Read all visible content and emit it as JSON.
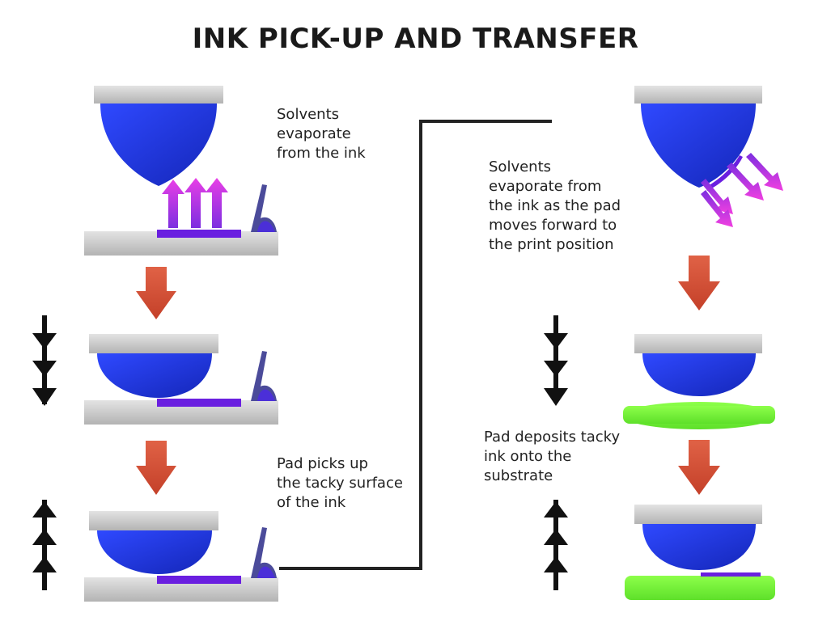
{
  "title": "INK PICK-UP AND TRANSFER",
  "captions": {
    "solvents_evaporate": "Solvents\nevaporate\nfrom the ink",
    "pad_picks_up": "Pad picks up\nthe tacky surface\nof the ink",
    "solvents_moving": "Solvents\nevaporate from\nthe ink as the pad\nmoves forward to\nthe print position",
    "pad_deposits": "Pad deposits tacky\nink onto the\nsubstrate"
  },
  "colors": {
    "pad": "#1f35e0",
    "ink": "#6a1fe0",
    "plate": "#c8c8c8",
    "substrate": "#7cf53c",
    "step_arrow": "#d9533a",
    "vapor_arrow": "#b23be6",
    "motion_arrow": "#111111"
  }
}
